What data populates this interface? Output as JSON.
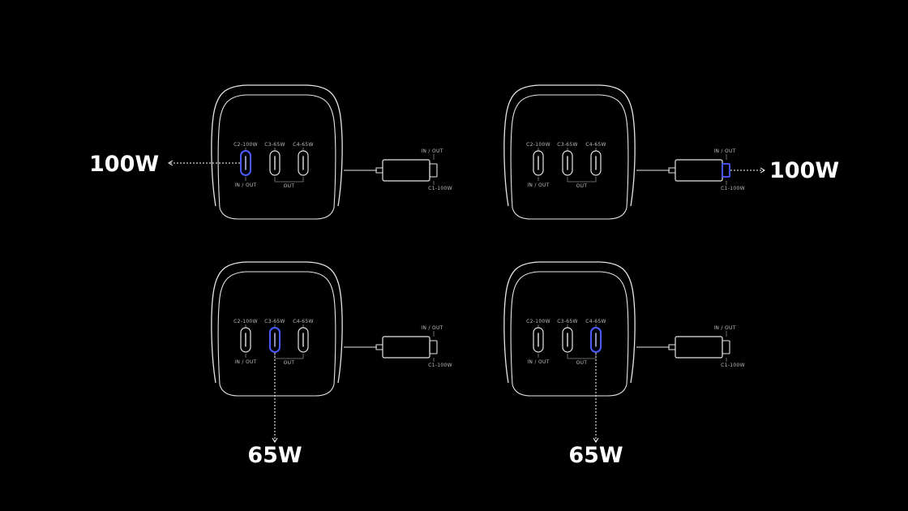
{
  "colors": {
    "background": "#000000",
    "outline": "#e6e6e6",
    "highlight": "#4a5bff",
    "text": "#ffffff"
  },
  "port_labels": {
    "c2": "C2-100W",
    "c3": "C3-65W",
    "c4": "C4-65W",
    "in_out": "IN / OUT",
    "out": "OUT",
    "cable_in_out": "IN / OUT",
    "cable_c1": "C1-100W"
  },
  "panels": [
    {
      "id": "top-left",
      "highlight": "c2",
      "power_label": "100W"
    },
    {
      "id": "top-right",
      "highlight": "c1",
      "power_label": "100W"
    },
    {
      "id": "bottom-left",
      "highlight": "c3",
      "power_label": "65W"
    },
    {
      "id": "bottom-right",
      "highlight": "c4",
      "power_label": "65W"
    }
  ]
}
